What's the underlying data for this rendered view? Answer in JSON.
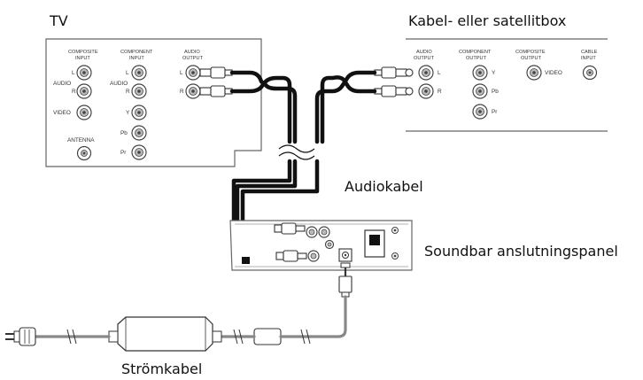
{
  "labels": {
    "tv": "TV",
    "box": "Kabel- eller satellitbox",
    "audio_cable": "Audiokabel",
    "soundbar": "Soundbar anslutningspanel",
    "power_cable": "Strömkabel"
  },
  "tv_panel": {
    "composite_input": [
      "COMPOSITE",
      "INPUT"
    ],
    "component_input": [
      "COMPONENT",
      "INPUT"
    ],
    "audio_output": [
      "AUDIO",
      "OUTPUT"
    ],
    "l": "L",
    "r": "R",
    "audio": "AUDIO",
    "video": "VIDEO",
    "y": "Y",
    "pb": "Pb",
    "pr": "Pr",
    "antenna": "ANTENNA"
  },
  "box_panel": {
    "audio_output": [
      "AUDIO",
      "OUTPUT"
    ],
    "component_output": [
      "COMPONENT",
      "OUTPUT"
    ],
    "composite_output": [
      "COMPOSITE",
      "OUTPUT"
    ],
    "cable_input": [
      "CABLE",
      "INPUT"
    ],
    "l": "L",
    "r": "R",
    "y": "Y",
    "pb": "Pb",
    "pr": "Pr",
    "video": "VIDEO"
  },
  "colors": {
    "cable": "#111111",
    "power_cord": "#888888",
    "panel_border": "#666666"
  }
}
